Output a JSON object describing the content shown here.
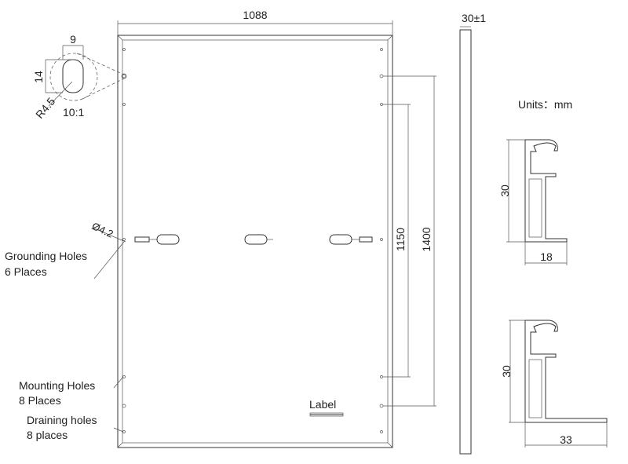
{
  "dimensions": {
    "width": "1088",
    "height": "1400",
    "mounting_span": "1150",
    "thickness": "30±1",
    "hole_width": "9",
    "hole_height": "14",
    "hole_radius": "R4.5",
    "detail_scale": "10:1",
    "grounding_hole_dia": "Ø4.2"
  },
  "callouts": {
    "grounding_line1": "Grounding Holes",
    "grounding_line2": "6 Places",
    "mounting_line1": "Mounting Holes",
    "mounting_line2": "8 Places",
    "draining_line1": "Draining holes",
    "draining_line2": "8 places",
    "label": "Label"
  },
  "units": "Units：mm",
  "profile_long": {
    "height": "30",
    "width": "18"
  },
  "profile_short": {
    "height": "30",
    "width": "33"
  }
}
